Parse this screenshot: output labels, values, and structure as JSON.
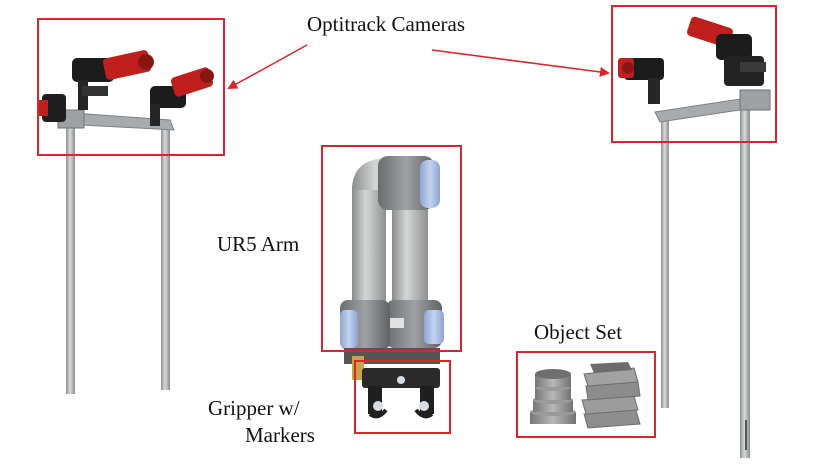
{
  "labels": {
    "cameras": "Optitrack Cameras",
    "arm": "UR5 Arm",
    "gripper_line1": "Gripper w/",
    "gripper_line2": "Markers",
    "objects": "Object Set"
  },
  "colors": {
    "callout": "#d9262c",
    "camera_red": "#c0201d",
    "camera_black": "#1c1c1c",
    "pole": "#b9bcbe",
    "arm_silver": "#a9abab",
    "arm_blue": "#a8bde0",
    "arm_dark": "#4c4c4c",
    "object_gray": "#8e8e8e"
  }
}
